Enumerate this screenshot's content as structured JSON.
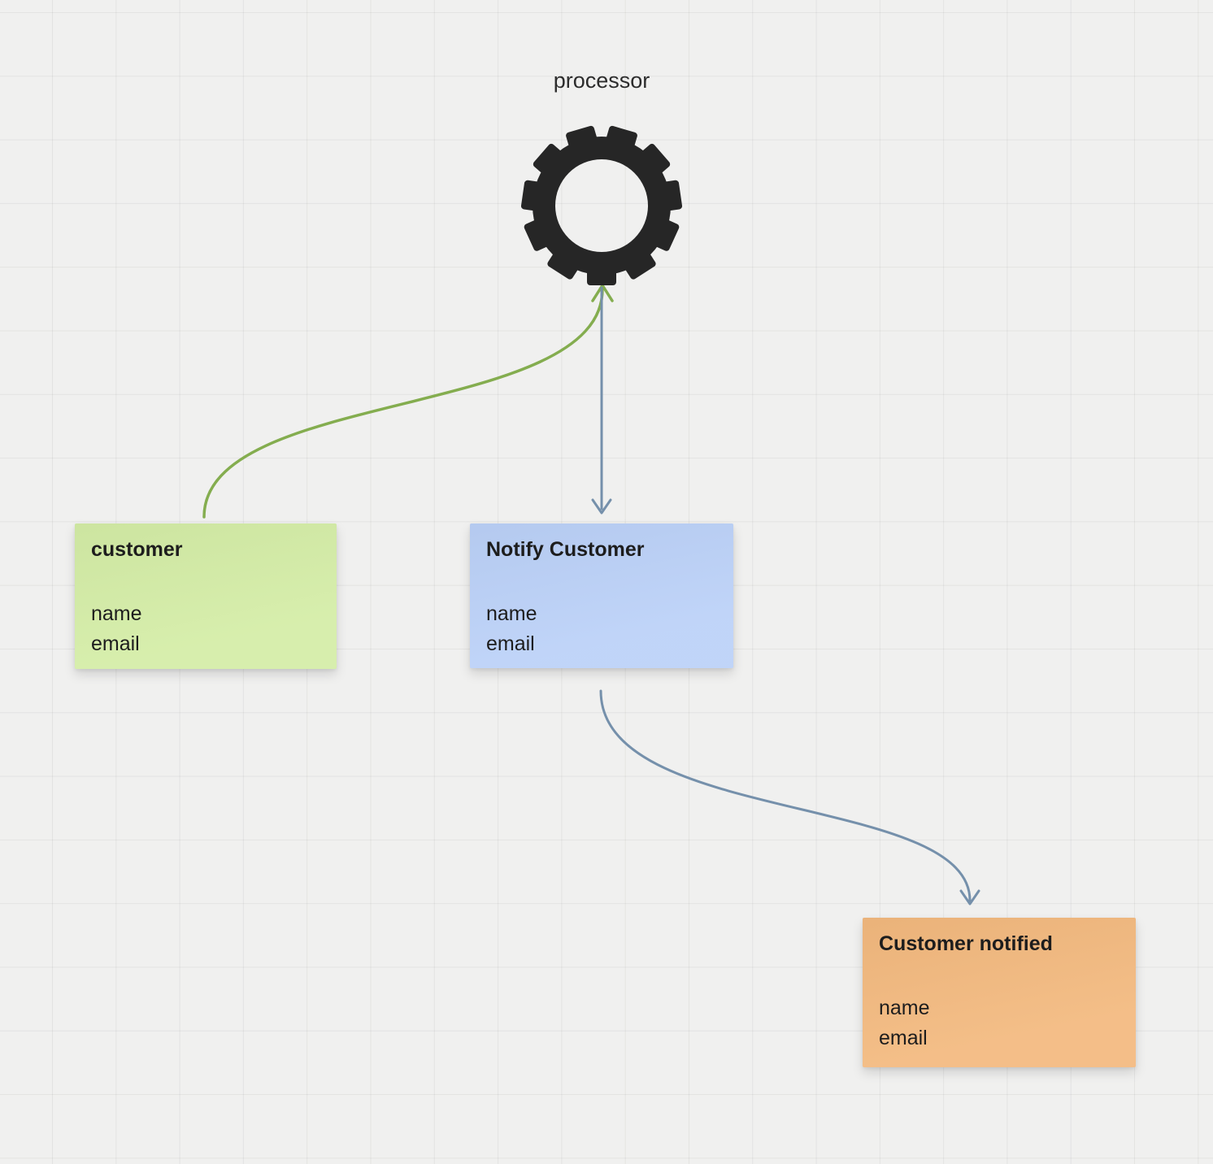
{
  "canvas": {
    "background": "#f0f0ef",
    "grid_line": "#e3e3e2"
  },
  "processor": {
    "label": "processor",
    "icon": "gear-icon",
    "gear_color": "#262626"
  },
  "notes": {
    "customer": {
      "title": "customer",
      "fields": [
        "name",
        "email"
      ],
      "color": "#d4eda6"
    },
    "notify_customer": {
      "title": "Notify Customer",
      "fields": [
        "name",
        "email"
      ],
      "color": "#bbd1f8"
    },
    "customer_notified": {
      "title": "Customer notified",
      "fields": [
        "name",
        "email"
      ],
      "color": "#f3b97e"
    }
  },
  "connectors": {
    "customer_to_processor": {
      "color": "#84ad4f",
      "arrow": "up"
    },
    "processor_to_notify": {
      "color": "#7590ab",
      "arrow": "down"
    },
    "notify_to_notified": {
      "color": "#7590ab",
      "arrow": "down"
    }
  }
}
